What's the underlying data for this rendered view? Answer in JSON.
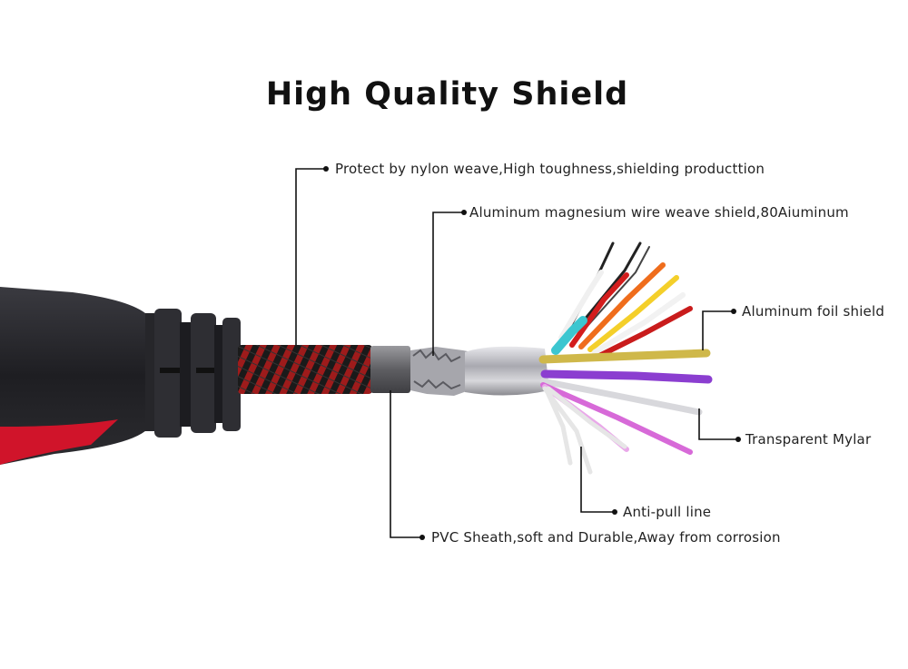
{
  "title": "High Quality Shield",
  "callouts": {
    "nylon_weave": "Protect by nylon weave,High toughness,shielding producttion",
    "metal_braid": "Aluminum magnesium wire weave shield,80Aiuminum",
    "foil_shield": "Aluminum foil shield",
    "mylar": "Transparent Mylar",
    "anti_pull": "Anti-pull line",
    "pvc_sheath": "PVC Sheath,soft and Durable,Away from corrosion"
  },
  "colors": {
    "housing": "#2a2a2e",
    "housing_red": "#d0142a",
    "braid_red": "#9e1b1b",
    "braid_black": "#1a1a1a",
    "sheath": "#6d6d70",
    "foil": "#c8c8cc",
    "leader_line": "#111111"
  }
}
